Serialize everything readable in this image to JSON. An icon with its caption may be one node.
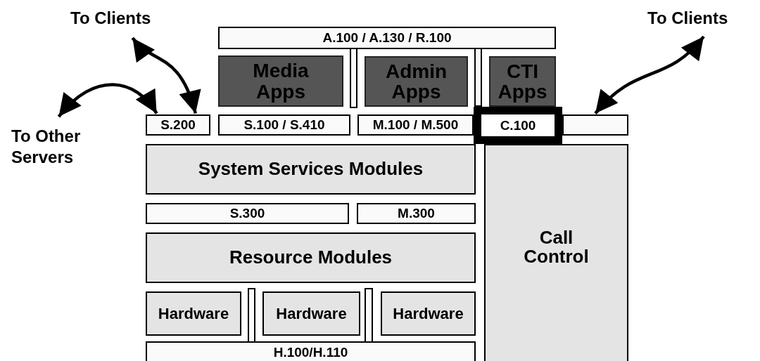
{
  "diagram": {
    "nodes": [
      {
        "text": [
          "To Clients"
        ]
      },
      {
        "text": [
          "To Clients"
        ]
      },
      {
        "text": [
          "A.100 / A.130 / R.100"
        ]
      },
      {
        "text": [
          "Media Apps"
        ]
      },
      {
        "text": [
          "Admin Apps"
        ]
      },
      {
        "text": [
          "CTI Apps"
        ]
      },
      {
        "text": [
          "To Other Servers"
        ]
      },
      {
        "text": [
          "S.200"
        ]
      },
      {
        "text": [
          "S.100 / S.410"
        ]
      },
      {
        "text": [
          "M.100 / M.500"
        ]
      },
      {
        "text": [],
        "shape": "bar"
      },
      {
        "text": [
          "C.100"
        ]
      },
      {
        "text": [
          "System Services Modules"
        ]
      },
      {
        "text": [
          "Call Control"
        ]
      },
      {
        "text": [
          "S.300"
        ]
      },
      {
        "text": [
          "M.300"
        ]
      },
      {
        "text": [
          "Resource Modules"
        ]
      },
      {
        "text": [
          "Hardware"
        ]
      },
      {
        "text": [
          "Hardware"
        ]
      },
      {
        "text": [
          "Hardware"
        ]
      },
      {
        "text": [
          "H.100/H.110"
        ]
      }
    ],
    "edges": [
      {
        "from": 6,
        "to": 7,
        "arrow": "both"
      },
      {
        "from": 0,
        "to": 7,
        "arrow": "both"
      },
      {
        "from": 1,
        "to": 10,
        "arrow": "both"
      }
    ]
  }
}
